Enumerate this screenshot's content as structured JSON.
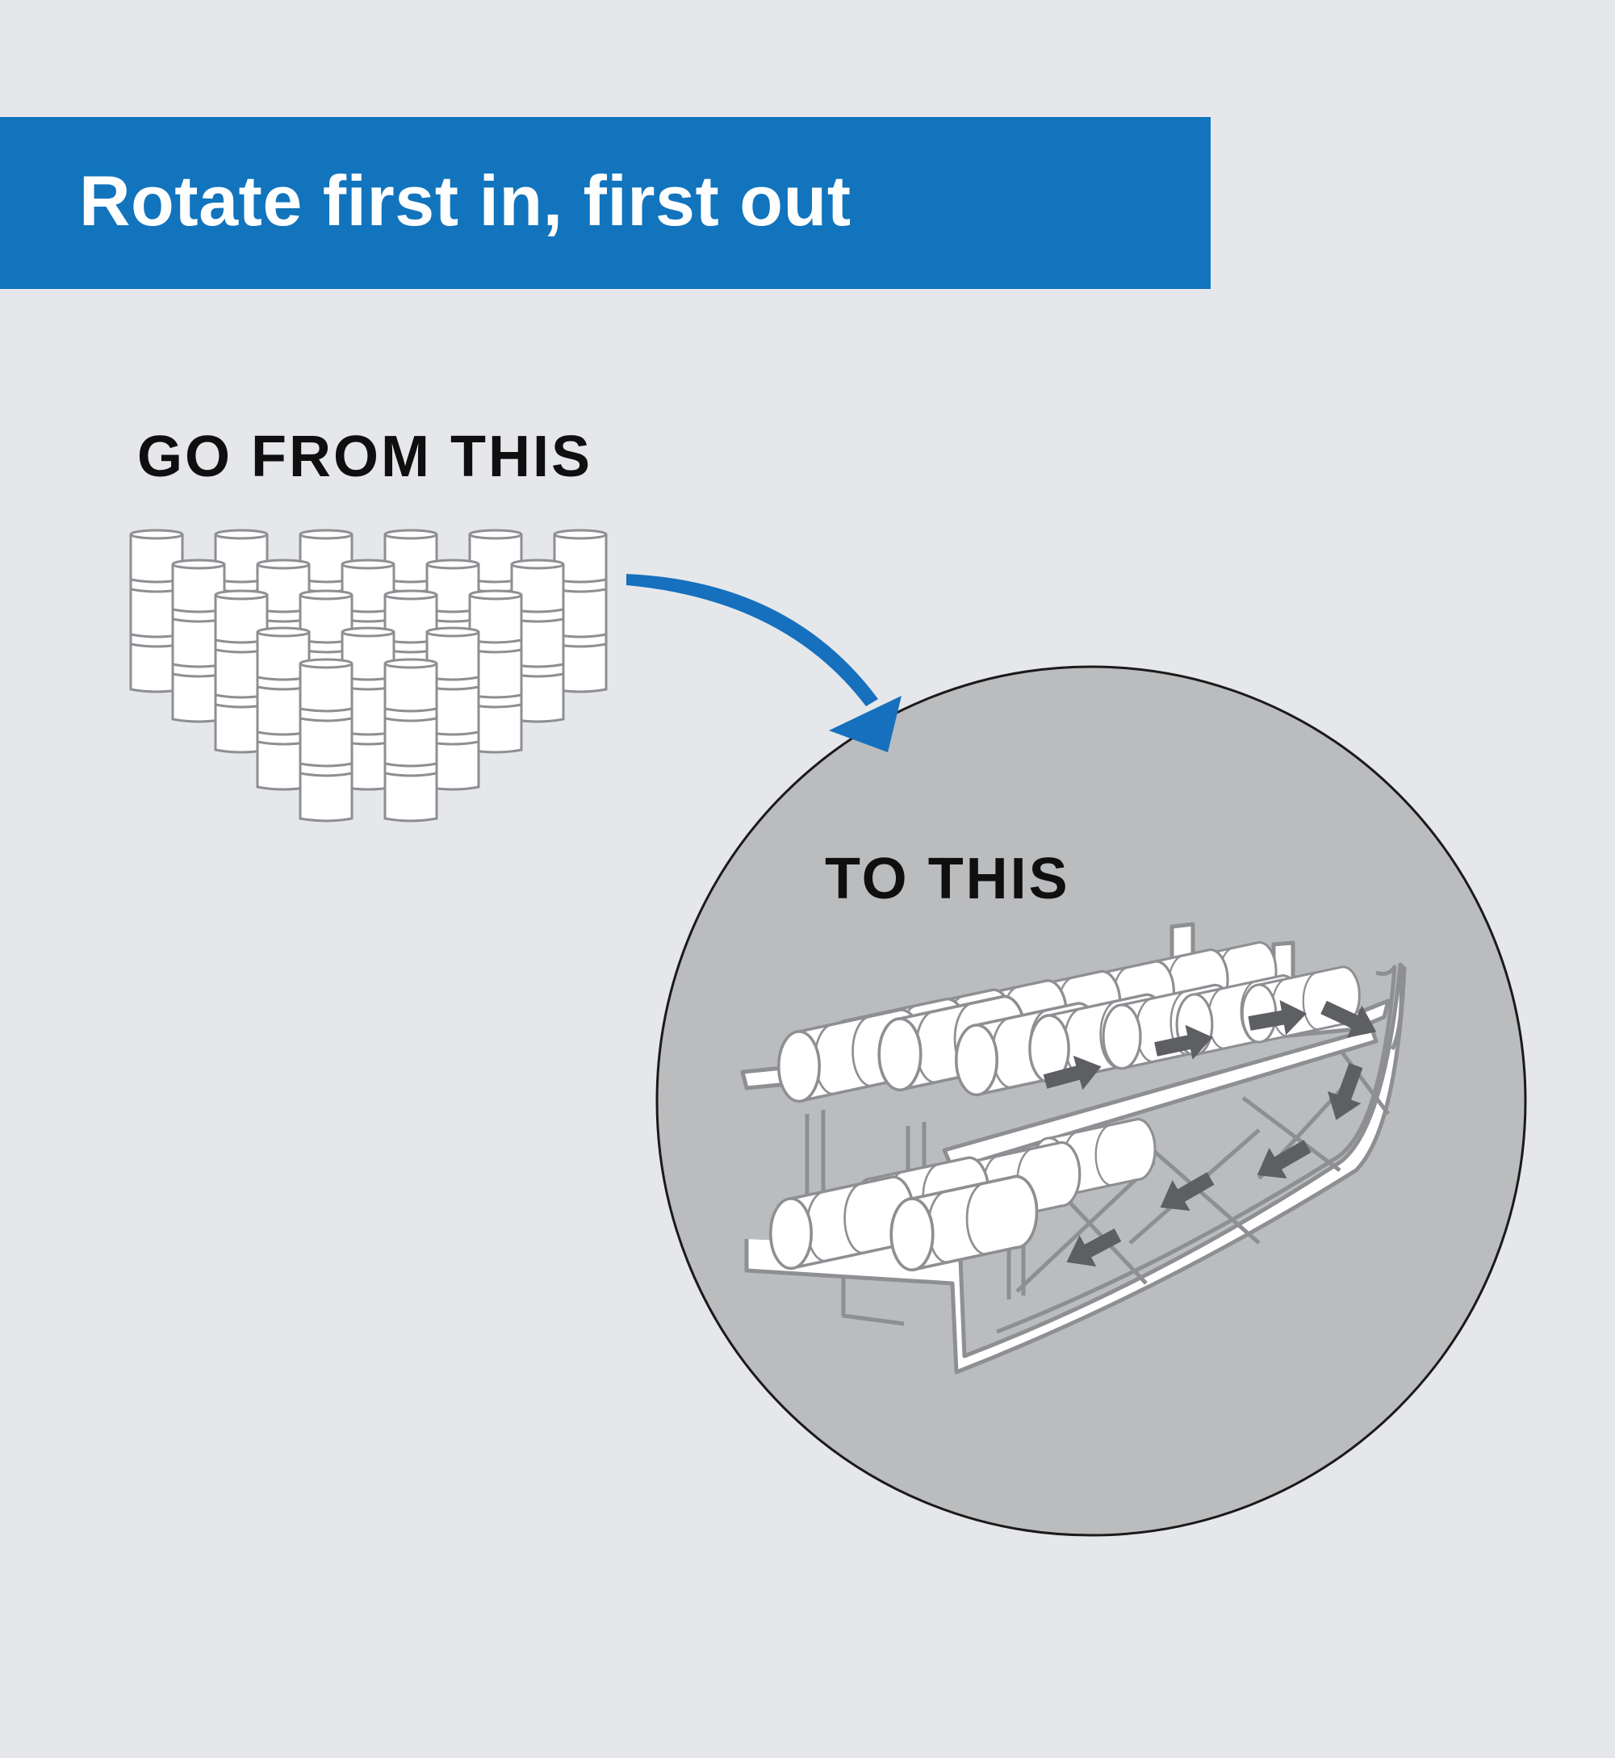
{
  "header": {
    "title": "Rotate first in, first out"
  },
  "labels": {
    "from": "GO FROM THIS",
    "to": "TO THIS"
  },
  "icons": {
    "stacked_cans": "stacked-cans-icon",
    "flow_arrow": "curved-arrow-icon",
    "can_rack": "can-rotation-rack-icon",
    "rotation_arrows": "rotation-arrows-icon"
  },
  "colors": {
    "background": "#e6e7ea",
    "banner": "#1174bd",
    "banner_text": "#ffffff",
    "arrow": "#1670bd",
    "circle": "#bbbcbe",
    "can_fill": "#ffffff",
    "can_stroke": "#8e8f92",
    "rack_arrows": "#5e5f62"
  }
}
